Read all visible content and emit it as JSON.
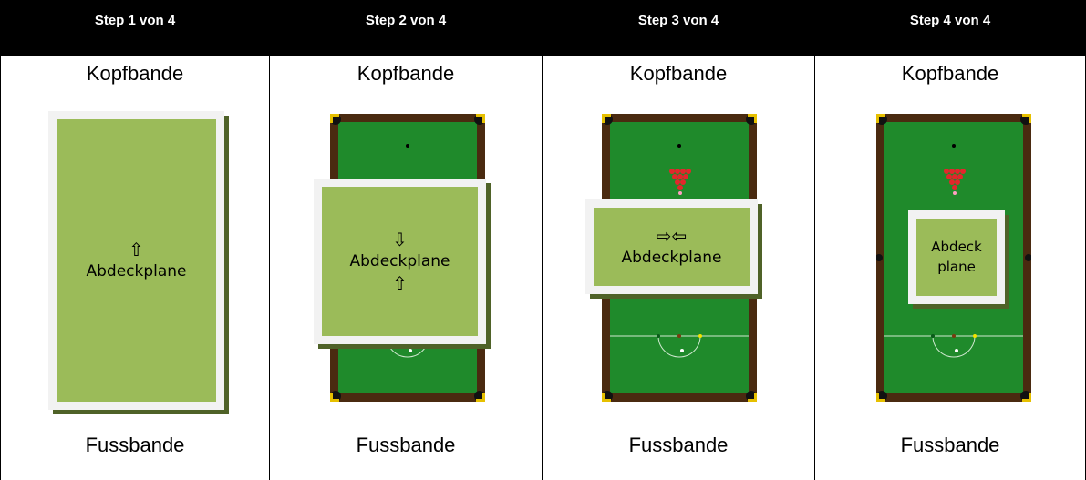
{
  "steps": [
    {
      "header": "Step 1 von 4",
      "top_label": "Kopfbande",
      "bottom_label": "Fussbande",
      "plane_label": "Abdeckplane",
      "arrows_top": "⇧",
      "arrows_bottom": ""
    },
    {
      "header": "Step 2 von 4",
      "top_label": "Kopfbande",
      "bottom_label": "Fussbande",
      "plane_label": "Abdeckplane",
      "arrows_top": "⇩",
      "arrows_bottom": "⇧"
    },
    {
      "header": "Step 3 von 4",
      "top_label": "Kopfbande",
      "bottom_label": "Fussbande",
      "plane_label": "Abdeckplane",
      "arrows_top": "⇨⇦",
      "arrows_bottom": ""
    },
    {
      "header": "Step 4 von 4",
      "top_label": "Kopfbande",
      "bottom_label": "Fussbande",
      "plane_label_line1": "Abdeck",
      "plane_label_line2": "plane",
      "arrows_top": "",
      "arrows_bottom": ""
    }
  ],
  "colors": {
    "header_bg": "#000000",
    "header_text": "#ffffff",
    "plane_fill": "#9bbb59",
    "plane_border": "#f2f2f2",
    "plane_shadow": "#4f6228",
    "table_cloth": "#1f8a2b",
    "table_rail": "#4a2a10",
    "pocket": "#e6c000",
    "ball_red": "#e3262b"
  },
  "icons": [
    "up-arrow-icon",
    "down-arrow-icon",
    "right-arrow-icon",
    "left-arrow-icon",
    "snooker-table-icon"
  ]
}
